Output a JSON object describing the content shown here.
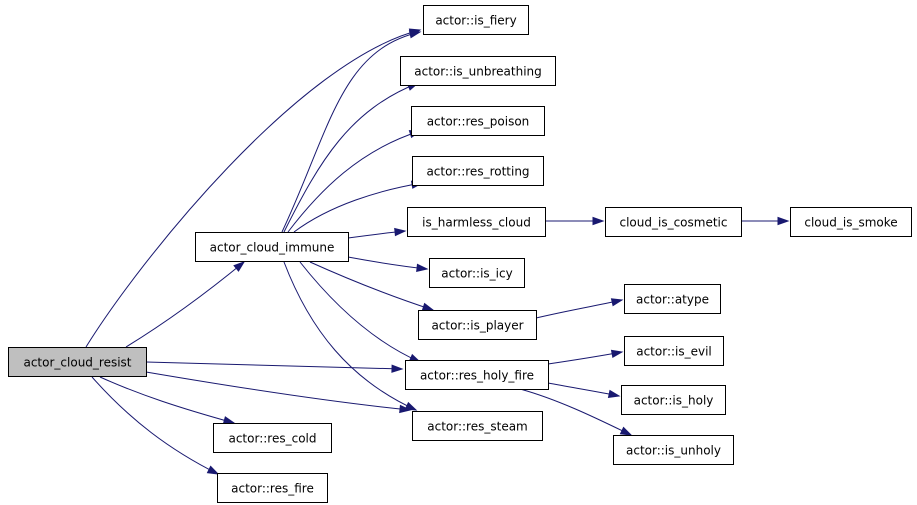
{
  "nodes": [
    {
      "id": "actor_cloud_resist",
      "label": "actor_cloud_resist",
      "root": true
    },
    {
      "id": "actor_cloud_immune",
      "label": "actor_cloud_immune"
    },
    {
      "id": "is_fiery",
      "label": "actor::is_fiery"
    },
    {
      "id": "is_unbreathing",
      "label": "actor::is_unbreathing"
    },
    {
      "id": "res_poison",
      "label": "actor::res_poison"
    },
    {
      "id": "res_rotting",
      "label": "actor::res_rotting"
    },
    {
      "id": "is_harmless_cloud",
      "label": "is_harmless_cloud"
    },
    {
      "id": "cloud_is_cosmetic",
      "label": "cloud_is_cosmetic"
    },
    {
      "id": "cloud_is_smoke",
      "label": "cloud_is_smoke"
    },
    {
      "id": "is_icy",
      "label": "actor::is_icy"
    },
    {
      "id": "is_player",
      "label": "actor::is_player"
    },
    {
      "id": "atype",
      "label": "actor::atype"
    },
    {
      "id": "res_holy_fire",
      "label": "actor::res_holy_fire"
    },
    {
      "id": "is_evil",
      "label": "actor::is_evil"
    },
    {
      "id": "is_holy",
      "label": "actor::is_holy"
    },
    {
      "id": "is_unholy",
      "label": "actor::is_unholy"
    },
    {
      "id": "res_steam",
      "label": "actor::res_steam"
    },
    {
      "id": "res_cold",
      "label": "actor::res_cold"
    },
    {
      "id": "res_fire",
      "label": "actor::res_fire"
    }
  ],
  "edges": [
    {
      "from": "actor_cloud_resist",
      "to": "is_fiery"
    },
    {
      "from": "actor_cloud_resist",
      "to": "actor_cloud_immune"
    },
    {
      "from": "actor_cloud_resist",
      "to": "res_holy_fire"
    },
    {
      "from": "actor_cloud_resist",
      "to": "res_steam"
    },
    {
      "from": "actor_cloud_resist",
      "to": "res_cold"
    },
    {
      "from": "actor_cloud_resist",
      "to": "res_fire"
    },
    {
      "from": "actor_cloud_immune",
      "to": "is_fiery"
    },
    {
      "from": "actor_cloud_immune",
      "to": "is_unbreathing"
    },
    {
      "from": "actor_cloud_immune",
      "to": "res_poison"
    },
    {
      "from": "actor_cloud_immune",
      "to": "res_rotting"
    },
    {
      "from": "actor_cloud_immune",
      "to": "is_harmless_cloud"
    },
    {
      "from": "actor_cloud_immune",
      "to": "is_icy"
    },
    {
      "from": "actor_cloud_immune",
      "to": "is_player"
    },
    {
      "from": "actor_cloud_immune",
      "to": "res_holy_fire"
    },
    {
      "from": "actor_cloud_immune",
      "to": "res_steam"
    },
    {
      "from": "is_harmless_cloud",
      "to": "cloud_is_cosmetic"
    },
    {
      "from": "cloud_is_cosmetic",
      "to": "cloud_is_smoke"
    },
    {
      "from": "is_player",
      "to": "atype"
    },
    {
      "from": "res_holy_fire",
      "to": "is_evil"
    },
    {
      "from": "res_holy_fire",
      "to": "is_holy"
    },
    {
      "from": "res_holy_fire",
      "to": "is_unholy"
    }
  ],
  "colors": {
    "edge": "#191970",
    "root_fill": "#bfbfbf",
    "node_fill": "#ffffff",
    "border": "#000000"
  }
}
